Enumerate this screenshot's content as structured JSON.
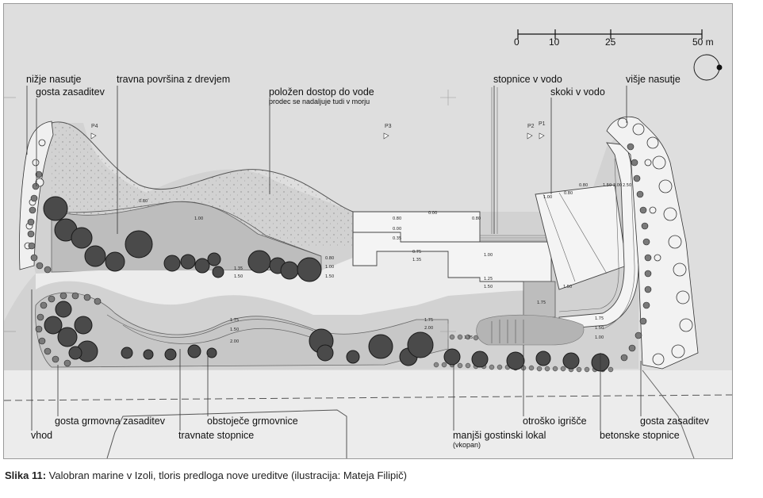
{
  "figure": {
    "labels": {
      "nizje_nasutje": "nižje nasutje",
      "gosta_zasaditev_left": "gosta zasaditev",
      "travna_povrsina": "travna površina z drevjem",
      "polozen_dostop": "položen dostop do vode",
      "polozen_dostop_sub": "prodec se nadaljuje tudi v morju",
      "stopnice_v_vodo": "stopnice v vodo",
      "skoki_v_vodo": "skoki v vodo",
      "visje_nasutje": "višje nasutje",
      "gosta_grmovna": "gosta grmovna zasaditev",
      "vhod": "vhod",
      "obstojece": "obstoječe grmovnice",
      "travnate_stopnice": "travnate stopnice",
      "manjsi_lokal": "manjši gostinski lokal",
      "vkopan": "(vkopan)",
      "otrosko": "otroško igrišče",
      "gosta_zasaditev_right": "gosta zasaditev",
      "betonske": "betonske stopnice"
    },
    "scale": {
      "t0": "0",
      "t10": "10",
      "t25": "25",
      "t50": "50 m"
    },
    "points": {
      "p4": "P4",
      "p3": "P3",
      "p2": "P2",
      "p1": "P1"
    }
  },
  "caption": {
    "prefix": "Slika 11:",
    "text": " Valobran marine v Izoli, tloris predloga nove ureditve (ilustracija: Mateja Filipič)"
  }
}
